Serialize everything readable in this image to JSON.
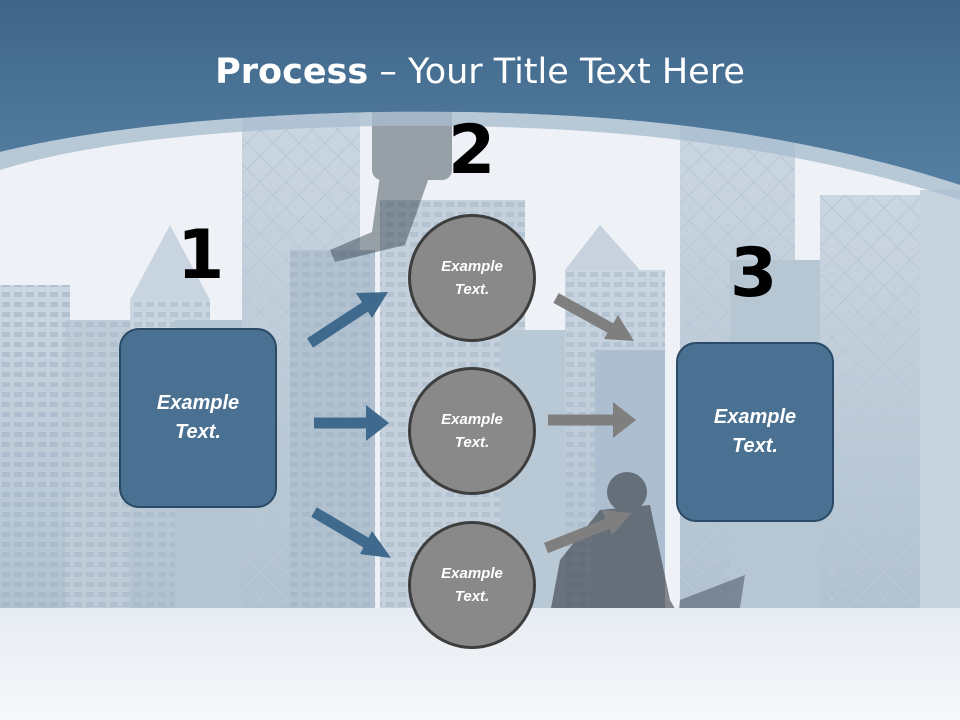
{
  "title": {
    "bold": "Process",
    "rest": " – Your Title Text Here"
  },
  "steps": {
    "one": "1",
    "two": "2",
    "three": "3"
  },
  "boxes": {
    "left": {
      "line1": "Example",
      "line2": "Text."
    },
    "right": {
      "line1": "Example",
      "line2": "Text."
    }
  },
  "circles": [
    {
      "line1": "Example",
      "line2": "Text."
    },
    {
      "line1": "Example",
      "line2": "Text."
    },
    {
      "line1": "Example",
      "line2": "Text."
    }
  ],
  "colors": {
    "header": "#4a7396",
    "box_fill": "#4a7092",
    "box_border": "#2b4a66",
    "circle_fill": "#898989",
    "circle_border": "#3e3e3e",
    "blue_arrow": "#3f6a8e",
    "gray_arrow": "#7f7f7f"
  }
}
